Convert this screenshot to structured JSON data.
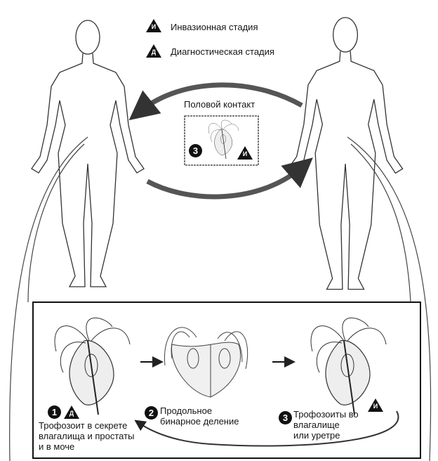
{
  "legend": {
    "invasive": {
      "symbol": "И",
      "label": "Инвазионная стадия"
    },
    "diagnostic": {
      "symbol": "Д",
      "label": "Диагностическая стадия"
    }
  },
  "transmission": {
    "label": "Половой контакт",
    "stage_number": "3",
    "stage_symbol": "И"
  },
  "stages": [
    {
      "number": "1",
      "symbol": "Д",
      "label_lines": [
        "Трофозоит в секрете",
        "влагалища и простаты",
        "и в моче"
      ]
    },
    {
      "number": "2",
      "label_lines": [
        "Продольное",
        "бинарное деление"
      ]
    },
    {
      "number": "3",
      "symbol": "И",
      "label_lines": [
        "Трофозоиты во",
        "влагалище",
        "или уретре"
      ]
    }
  ]
}
